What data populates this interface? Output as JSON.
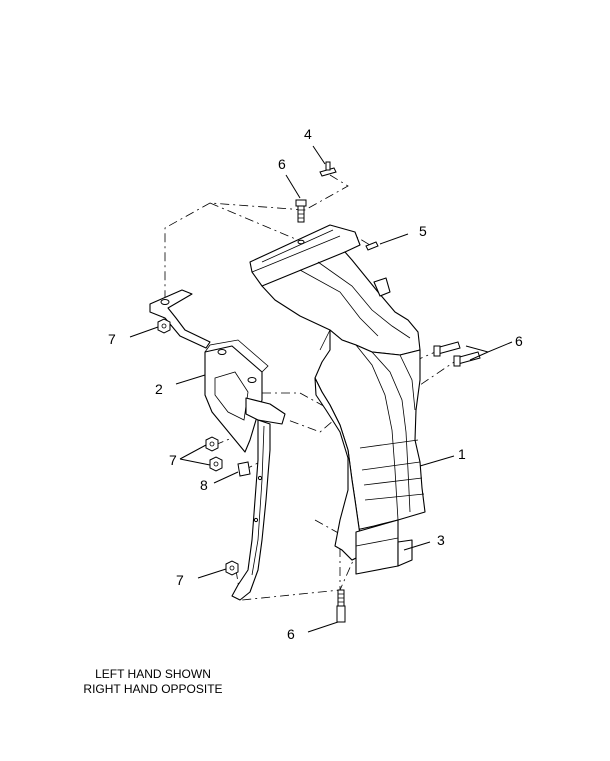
{
  "callouts": {
    "c1": "1",
    "c2": "2",
    "c3": "3",
    "c4": "4",
    "c5": "5",
    "c6_top": "6",
    "c6_right": "6",
    "c6_bottom": "6",
    "c7_upper": "7",
    "c7_mid": "7",
    "c7_lower": "7",
    "c8": "8"
  },
  "notes": {
    "line1": "LEFT HAND SHOWN",
    "line2": "RIGHT HAND OPPOSITE"
  }
}
